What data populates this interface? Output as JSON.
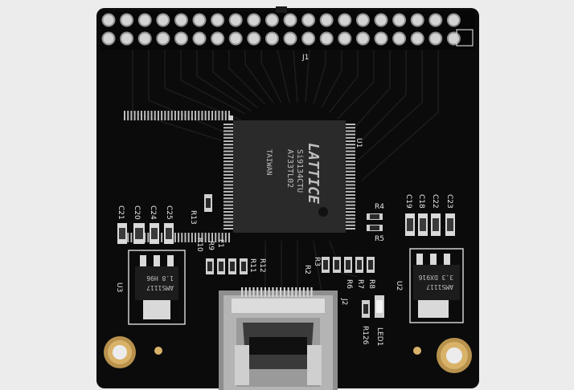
{
  "board": {
    "colors": {
      "background": "#ececec",
      "pcb": "#0b0b0b",
      "pin": "#c9c9c9",
      "pad": "#d9b26a",
      "chip": "#2a2a2a"
    },
    "header_label": "J1",
    "chip": {
      "designator": "U1",
      "brand": "LATTICE",
      "part": "Si9134CTU",
      "lot": "A733TL02",
      "origin": "TAIWAN"
    },
    "regulator_left": {
      "designator": "U3",
      "marking1": "AMS1117",
      "marking2": "1.8  H96"
    },
    "regulator_right": {
      "designator": "U2",
      "marking1": "AMS1117",
      "marking2": "3.3  DX916"
    },
    "connector_label": "J2",
    "led_label": "LED1",
    "labels": {
      "c21": "C21",
      "c20": "C20",
      "c24": "C24",
      "c25": "C25",
      "c19": "C19",
      "c18": "C18",
      "c22": "C22",
      "c23": "C23",
      "r13": "R13",
      "r4": "R4",
      "r5": "R5",
      "r10": "R10",
      "r9": "R9",
      "f1": "F1",
      "r11": "R11",
      "r12": "R12",
      "r3": "R3",
      "r2": "R2",
      "r6": "R6",
      "r7": "R7",
      "r8": "R8",
      "r126": "R126"
    }
  }
}
